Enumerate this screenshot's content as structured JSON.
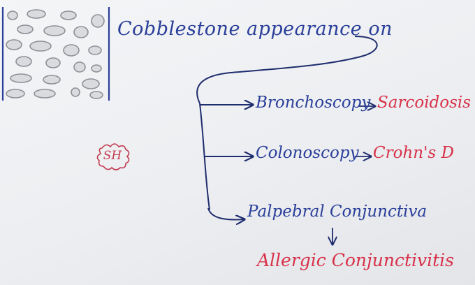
{
  "title": "Cobblestone appearance on",
  "badge": "SH",
  "branches": [
    {
      "procedure": "Bronchoscopy",
      "finding": "Sarcoidosis"
    },
    {
      "procedure": "Colonoscopy",
      "finding": "Crohn's D"
    },
    {
      "procedure": "Palpebral Conjunctiva",
      "finding": "Allergic Conjunctivitis"
    }
  ],
  "colors": {
    "ink_blue": "#2a3f9a",
    "ink_red": "#d8324a",
    "stone_gray": "#9a9da3"
  }
}
